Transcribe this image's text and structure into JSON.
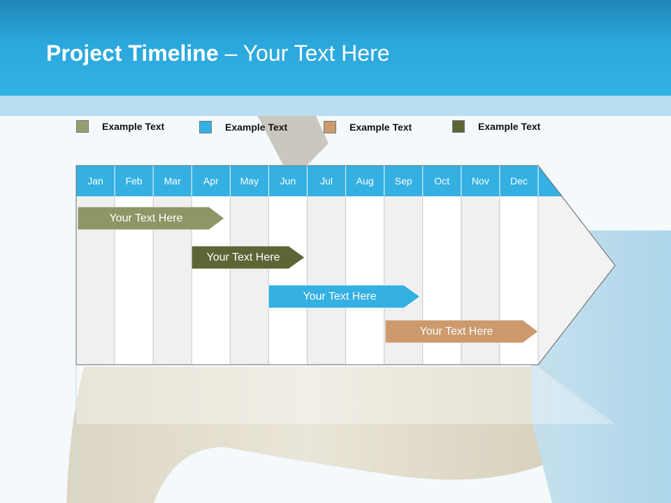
{
  "slide": {
    "title_bold": "Project Timeline",
    "title_rest": " – Your Text Here"
  },
  "legend": [
    {
      "label": "Example Text",
      "color": "#999e71"
    },
    {
      "label": "Example Text",
      "color": "#34b0e2"
    },
    {
      "label": "Example Text",
      "color": "#cc9a6c"
    },
    {
      "label": "Example Text",
      "color": "#5f6437"
    }
  ],
  "timeline": {
    "months": [
      "Jan",
      "Feb",
      "Mar",
      "Apr",
      "May",
      "Jun",
      "Jul",
      "Aug",
      "Sep",
      "Oct",
      "Nov",
      "Dec"
    ],
    "tasks": [
      {
        "label": "Your  Text Here",
        "color": "#8f9566"
      },
      {
        "label": "Your  Text Here",
        "color": "#5f6437"
      },
      {
        "label": "Your  Text Here",
        "color": "#34b0e2"
      },
      {
        "label": "Your  Text Here",
        "color": "#cc9a6c"
      }
    ]
  }
}
